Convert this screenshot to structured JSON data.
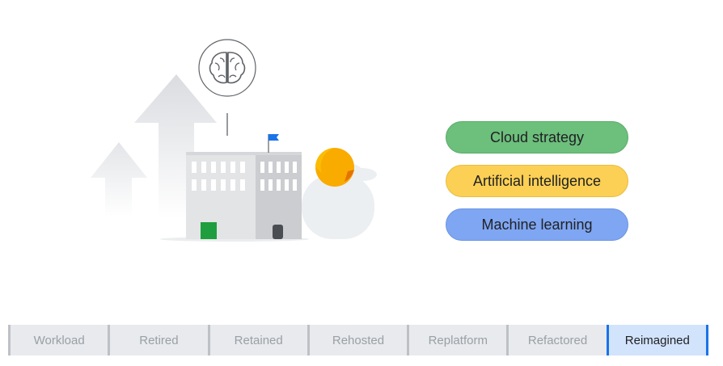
{
  "tags": [
    {
      "label": "Cloud strategy",
      "color": "#6dbf7c"
    },
    {
      "label": "Artificial intelligence",
      "color": "#fbd054"
    },
    {
      "label": "Machine learning",
      "color": "#7fa6f2"
    }
  ],
  "timeline": {
    "steps": [
      {
        "label": "Workload",
        "active": false
      },
      {
        "label": "Retired",
        "active": false
      },
      {
        "label": "Retained",
        "active": false
      },
      {
        "label": "Rehosted",
        "active": false
      },
      {
        "label": "Replatform",
        "active": false
      },
      {
        "label": "Refactored",
        "active": false
      },
      {
        "label": "Reimagined",
        "active": true
      }
    ],
    "active_color": "#1a73e8"
  },
  "icons": [
    "brain-icon",
    "flag-icon",
    "sun-icon",
    "cloud-icon",
    "arrow-up-icon",
    "building-icon"
  ]
}
